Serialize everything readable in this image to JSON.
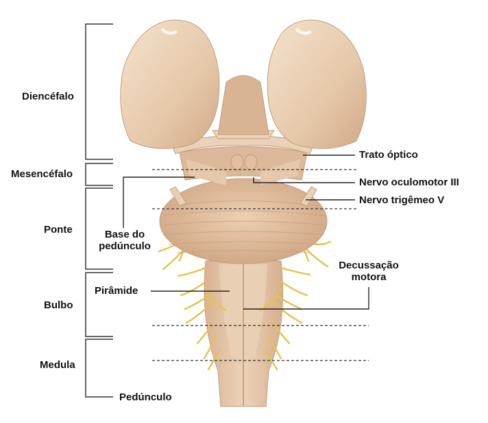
{
  "regions": {
    "diencefalo": "Diencéfalo",
    "mesencefalo": "Mesencéfalo",
    "ponte": "Ponte",
    "bulbo": "Bulbo",
    "medula": "Medula"
  },
  "structures": {
    "trato_optico": "Trato óptico",
    "nervo_oculomotor": "Nervo oculomotor III",
    "nervo_trigemeo": "Nervo trigêmeo V",
    "base_pedunculo_line1": "Base do",
    "base_pedunculo_line2": "pedúnculo",
    "piramide": "Pirâmide",
    "decussacao_line1": "Decussação",
    "decussacao_line2": "motora",
    "pedunculo": "Pedúnculo"
  },
  "colors": {
    "tissue": "#e2c4a8",
    "tissue_dark": "#c9a486",
    "nerve": "#e8c64a",
    "line": "#222222"
  }
}
